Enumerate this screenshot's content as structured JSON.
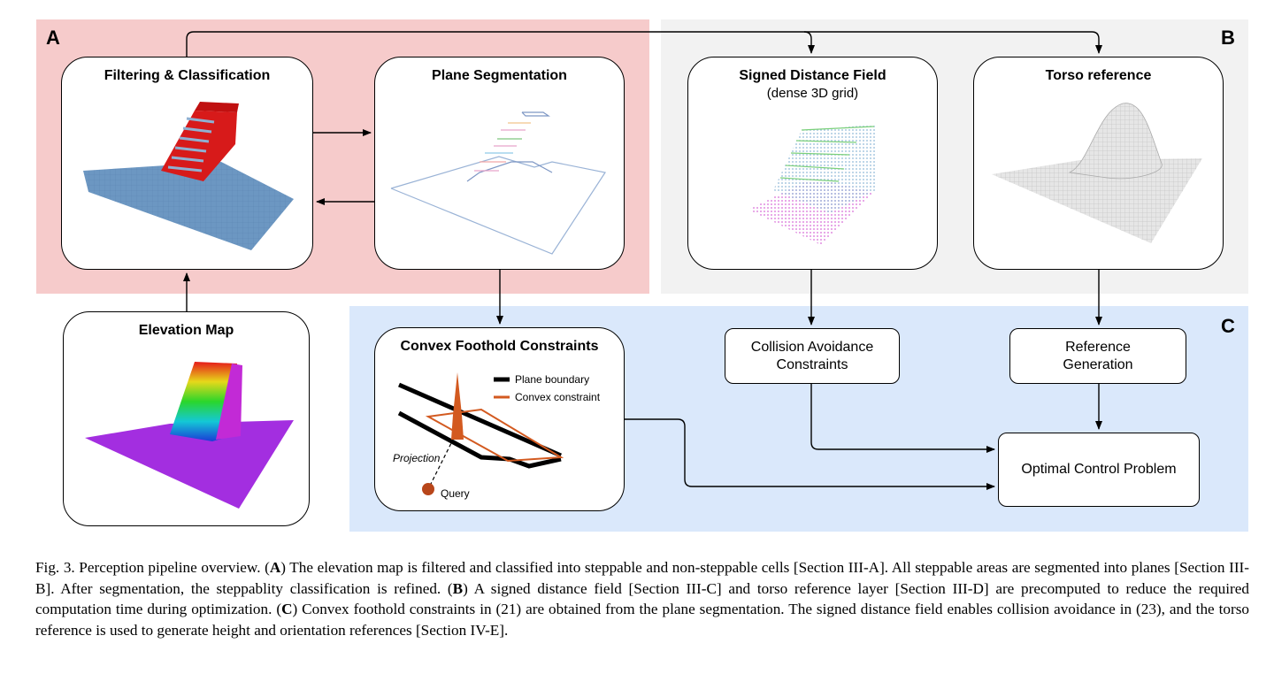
{
  "regions": {
    "a": {
      "label": "A",
      "color": "#f6cbcb"
    },
    "b": {
      "label": "B",
      "color": "#f2f2f2"
    },
    "c": {
      "label": "C",
      "color": "#dae8fb"
    }
  },
  "boxes": {
    "filtering": {
      "title": "Filtering & Classification"
    },
    "plane_seg": {
      "title": "Plane Segmentation"
    },
    "sdf": {
      "title": "Signed Distance Field",
      "subtitle": "(dense 3D grid)"
    },
    "torso": {
      "title": "Torso reference"
    },
    "elevation": {
      "title": "Elevation Map"
    },
    "convex": {
      "title": "Convex Foothold Constraints"
    }
  },
  "small_boxes": {
    "collision": {
      "line1": "Collision Avoidance",
      "line2": "Constraints"
    },
    "reference": {
      "line1": "Reference",
      "line2": "Generation"
    },
    "ocp": {
      "label": "Optimal Control Problem"
    }
  },
  "convex_figure": {
    "legend_boundary": "Plane boundary",
    "legend_constraint": "Convex constraint",
    "projection_label": "Projection",
    "query_label": "Query",
    "constraint_color": "#d35a20"
  },
  "caption": {
    "prefix": "Fig. 3.   Perception pipeline overview. (",
    "a": "A",
    "part1": ") The elevation map is filtered and classified into steppable and non-steppable cells [Section III-A]. All steppable areas are segmented into planes [Section III-B]. After segmentation, the steppablity classification is refined. (",
    "b": "B",
    "part2": ") A signed distance field [Section III-C] and torso reference layer [Section III-D] are precomputed to reduce the required computation time during optimization. (",
    "c": "C",
    "part3": ") Convex foothold constraints in (21) are obtained from the plane segmentation. The signed distance field enables collision avoidance in (23), and the torso reference is used to generate height and orientation references [Section IV-E]."
  }
}
